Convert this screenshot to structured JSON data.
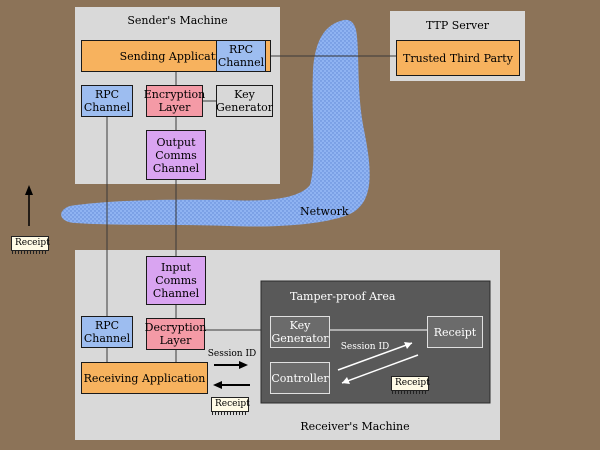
{
  "colors": {
    "background": "#8c7358",
    "machine_panel": "#d9d9d9",
    "tamper_area": "#595959",
    "application": "#f7b25e",
    "rpc_channel": "#9dbdf0",
    "crypto_layer": "#f49aa6",
    "comms_channel": "#d9a4f1",
    "network": "#8fb3f2"
  },
  "sender_machine": {
    "title": "Sender's Machine",
    "sending_application": "Sending Application",
    "rpc_channel_top": "RPC\nChannel",
    "rpc_channel_left": "RPC\nChannel",
    "encryption_layer": "Encryption\nLayer",
    "key_generator": "Key\nGenerator",
    "output_comms": "Output\nComms\nChannel"
  },
  "ttp_server": {
    "title": "TTP Server",
    "trusted_third_party": "Trusted Third Party"
  },
  "network_label": "Network",
  "left_receipt": "Receipt",
  "receiver_machine": {
    "title": "Receiver's Machine",
    "input_comms": "Input\nComms\nChannel",
    "rpc_channel": "RPC\nChannel",
    "decryption_layer": "Decryption\nLayer",
    "receiving_application": "Receiving Application",
    "session_id_label": "Session ID",
    "receipt_tag": "Receipt"
  },
  "tamper_area": {
    "title": "Tamper-proof Area",
    "key_generator": "Key\nGenerator",
    "controller": "Controller",
    "receipt_box": "Receipt",
    "session_id_label": "Session ID",
    "receipt_tag": "Receipt"
  }
}
